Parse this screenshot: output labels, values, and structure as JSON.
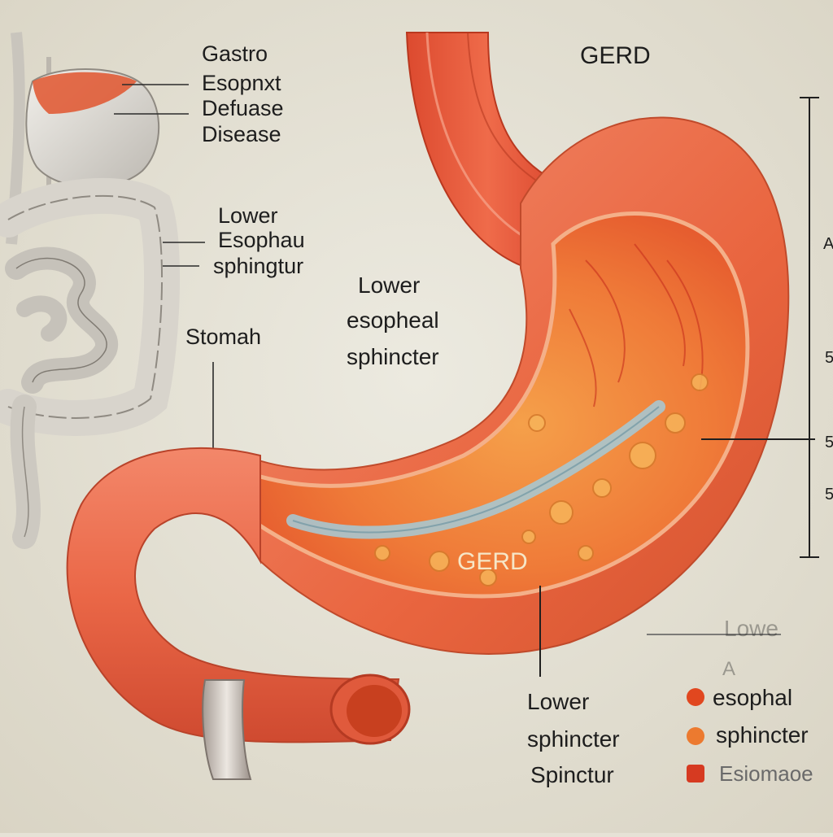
{
  "title": "GERD",
  "labels": {
    "gastro": [
      "Gastro",
      "Esopnxt",
      "Defuase",
      "Disease"
    ],
    "lower_left": [
      "Lower",
      "Esophau",
      "sphingtur"
    ],
    "stomach": "Stomah",
    "lower_center": [
      "Lower",
      "esopheal",
      "sphincter"
    ],
    "gerd_inside": "GERD",
    "lower_bottom": [
      "Lower",
      "sphincter",
      "Spinctur"
    ],
    "ghost_right": [
      "Lowe",
      "A"
    ]
  },
  "legend": [
    {
      "label": "esophal",
      "color": "#e1471f"
    },
    {
      "label": "sphincter",
      "color": "#ec7a2f"
    },
    {
      "label": "Esiomaoe",
      "color": "#d63a21"
    }
  ],
  "scale_marks": [
    "A",
    "5",
    "5",
    "5"
  ],
  "colors": {
    "background": "#e6e2d6",
    "tissue": "#ec6a45",
    "tissue_dark": "#d63f25",
    "lining": "#f19246",
    "reflux_stream": "#a9c6cf",
    "band": "#c9c2bb"
  }
}
